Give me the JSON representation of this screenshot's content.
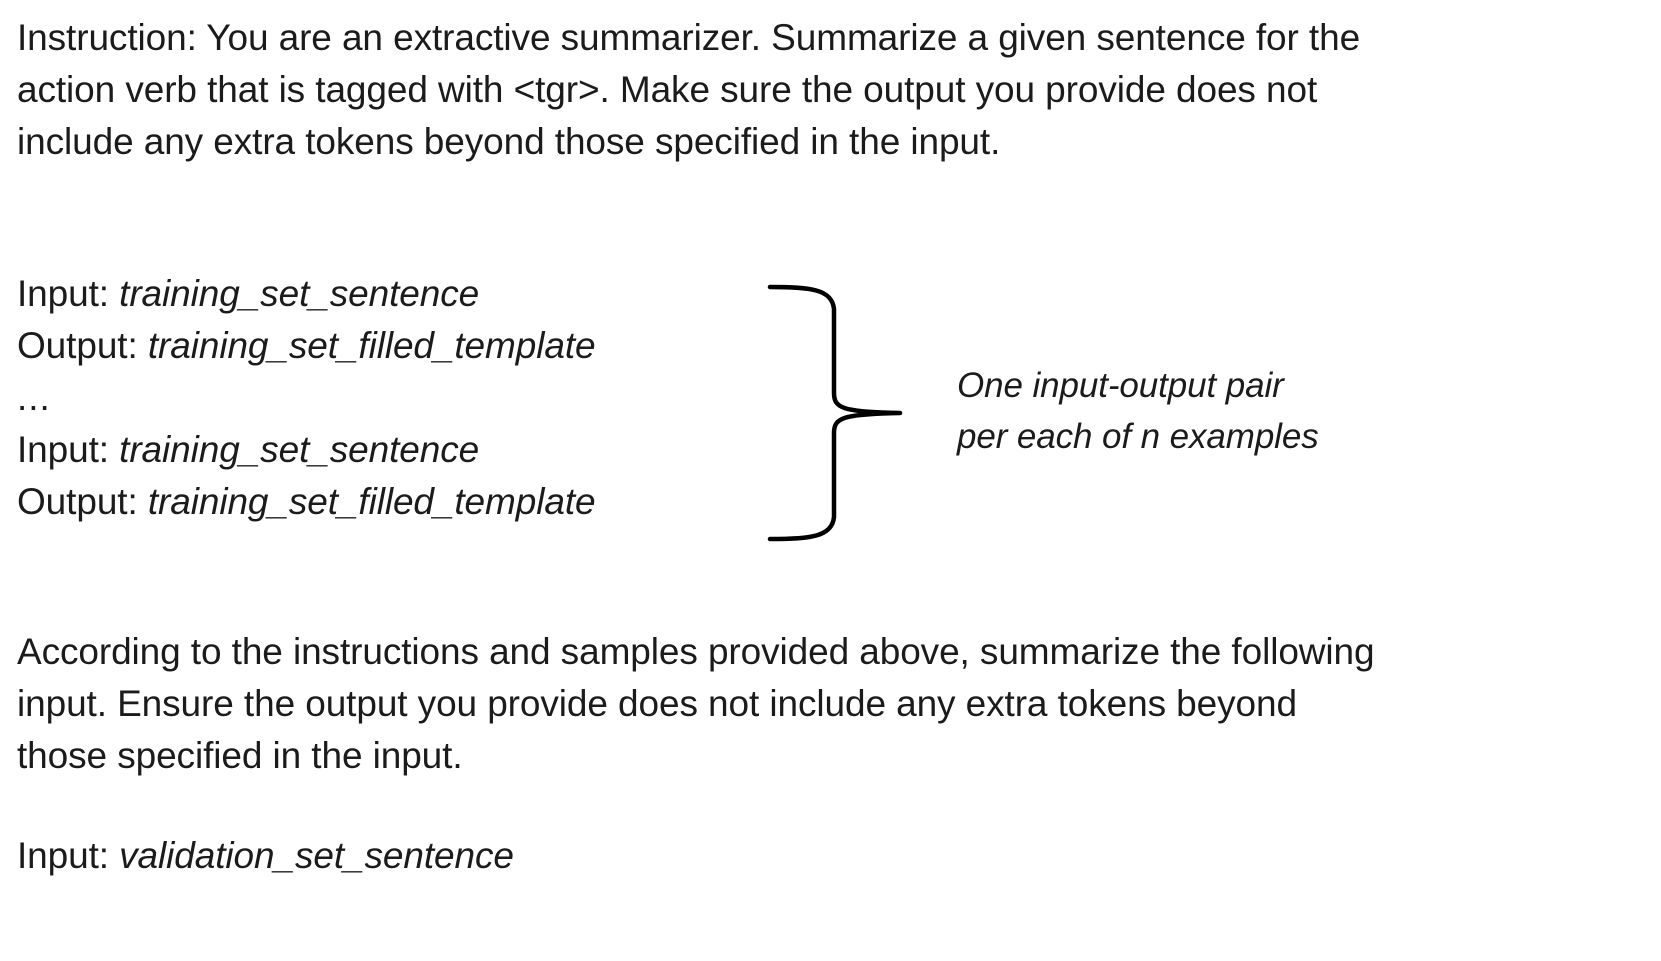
{
  "page": {
    "background_color": "#ffffff",
    "text_color": "#1b1b1b"
  },
  "instruction": {
    "lines": [
      "Instruction: You are an extractive summarizer. Summarize a given sentence for the",
      "action verb that is tagged with <tgr>. Make sure the output you provide does not",
      "include any extra tokens beyond those specified in the input."
    ]
  },
  "examples": {
    "rows": [
      {
        "label": "Input: ",
        "value": "training_set_sentence"
      },
      {
        "label": "Output: ",
        "value": "training_set_filled_template"
      },
      {
        "label": "...",
        "value": ""
      },
      {
        "label": "Input: ",
        "value": "training_set_sentence"
      },
      {
        "label": "Output: ",
        "value": "training_set_filled_template"
      }
    ],
    "ellipsis": "..."
  },
  "annotation": {
    "lines": [
      "One input-output pair",
      "per each of n examples"
    ],
    "brace_color": "#000000"
  },
  "according": {
    "lines": [
      "According to the instructions and samples provided above, summarize the following",
      "input. Ensure the output you provide does not include any extra tokens beyond",
      "those specified in the input."
    ]
  },
  "validation": {
    "label": "Input: ",
    "value": "validation_set_sentence"
  }
}
